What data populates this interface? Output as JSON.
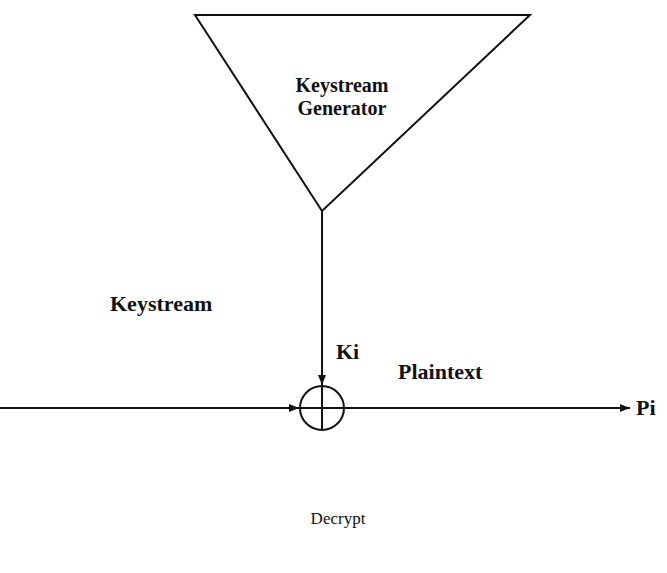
{
  "diagram": {
    "caption": "Decrypt",
    "nodes": [
      {
        "text": [
          "Keystream Generator"
        ]
      }
    ],
    "labels": [
      "Keystream",
      "Ki",
      "Plaintext",
      "Pi"
    ]
  }
}
